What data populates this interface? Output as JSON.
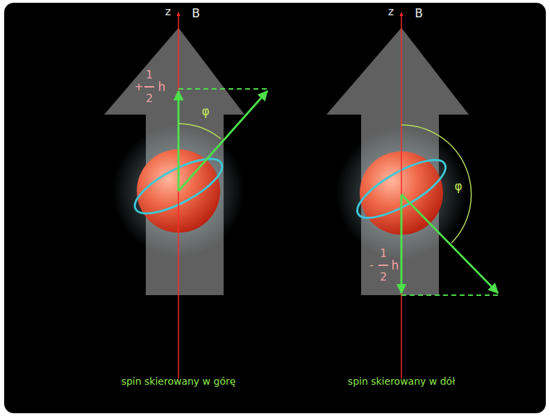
{
  "diagram": {
    "labels": [
      "z",
      "B",
      "1",
      "+",
      "2",
      "h",
      "φ",
      "z",
      "B",
      "1",
      "-",
      "2",
      "h",
      "φ",
      "spin skierowany w górę",
      "spin skierowany w dół"
    ]
  }
}
